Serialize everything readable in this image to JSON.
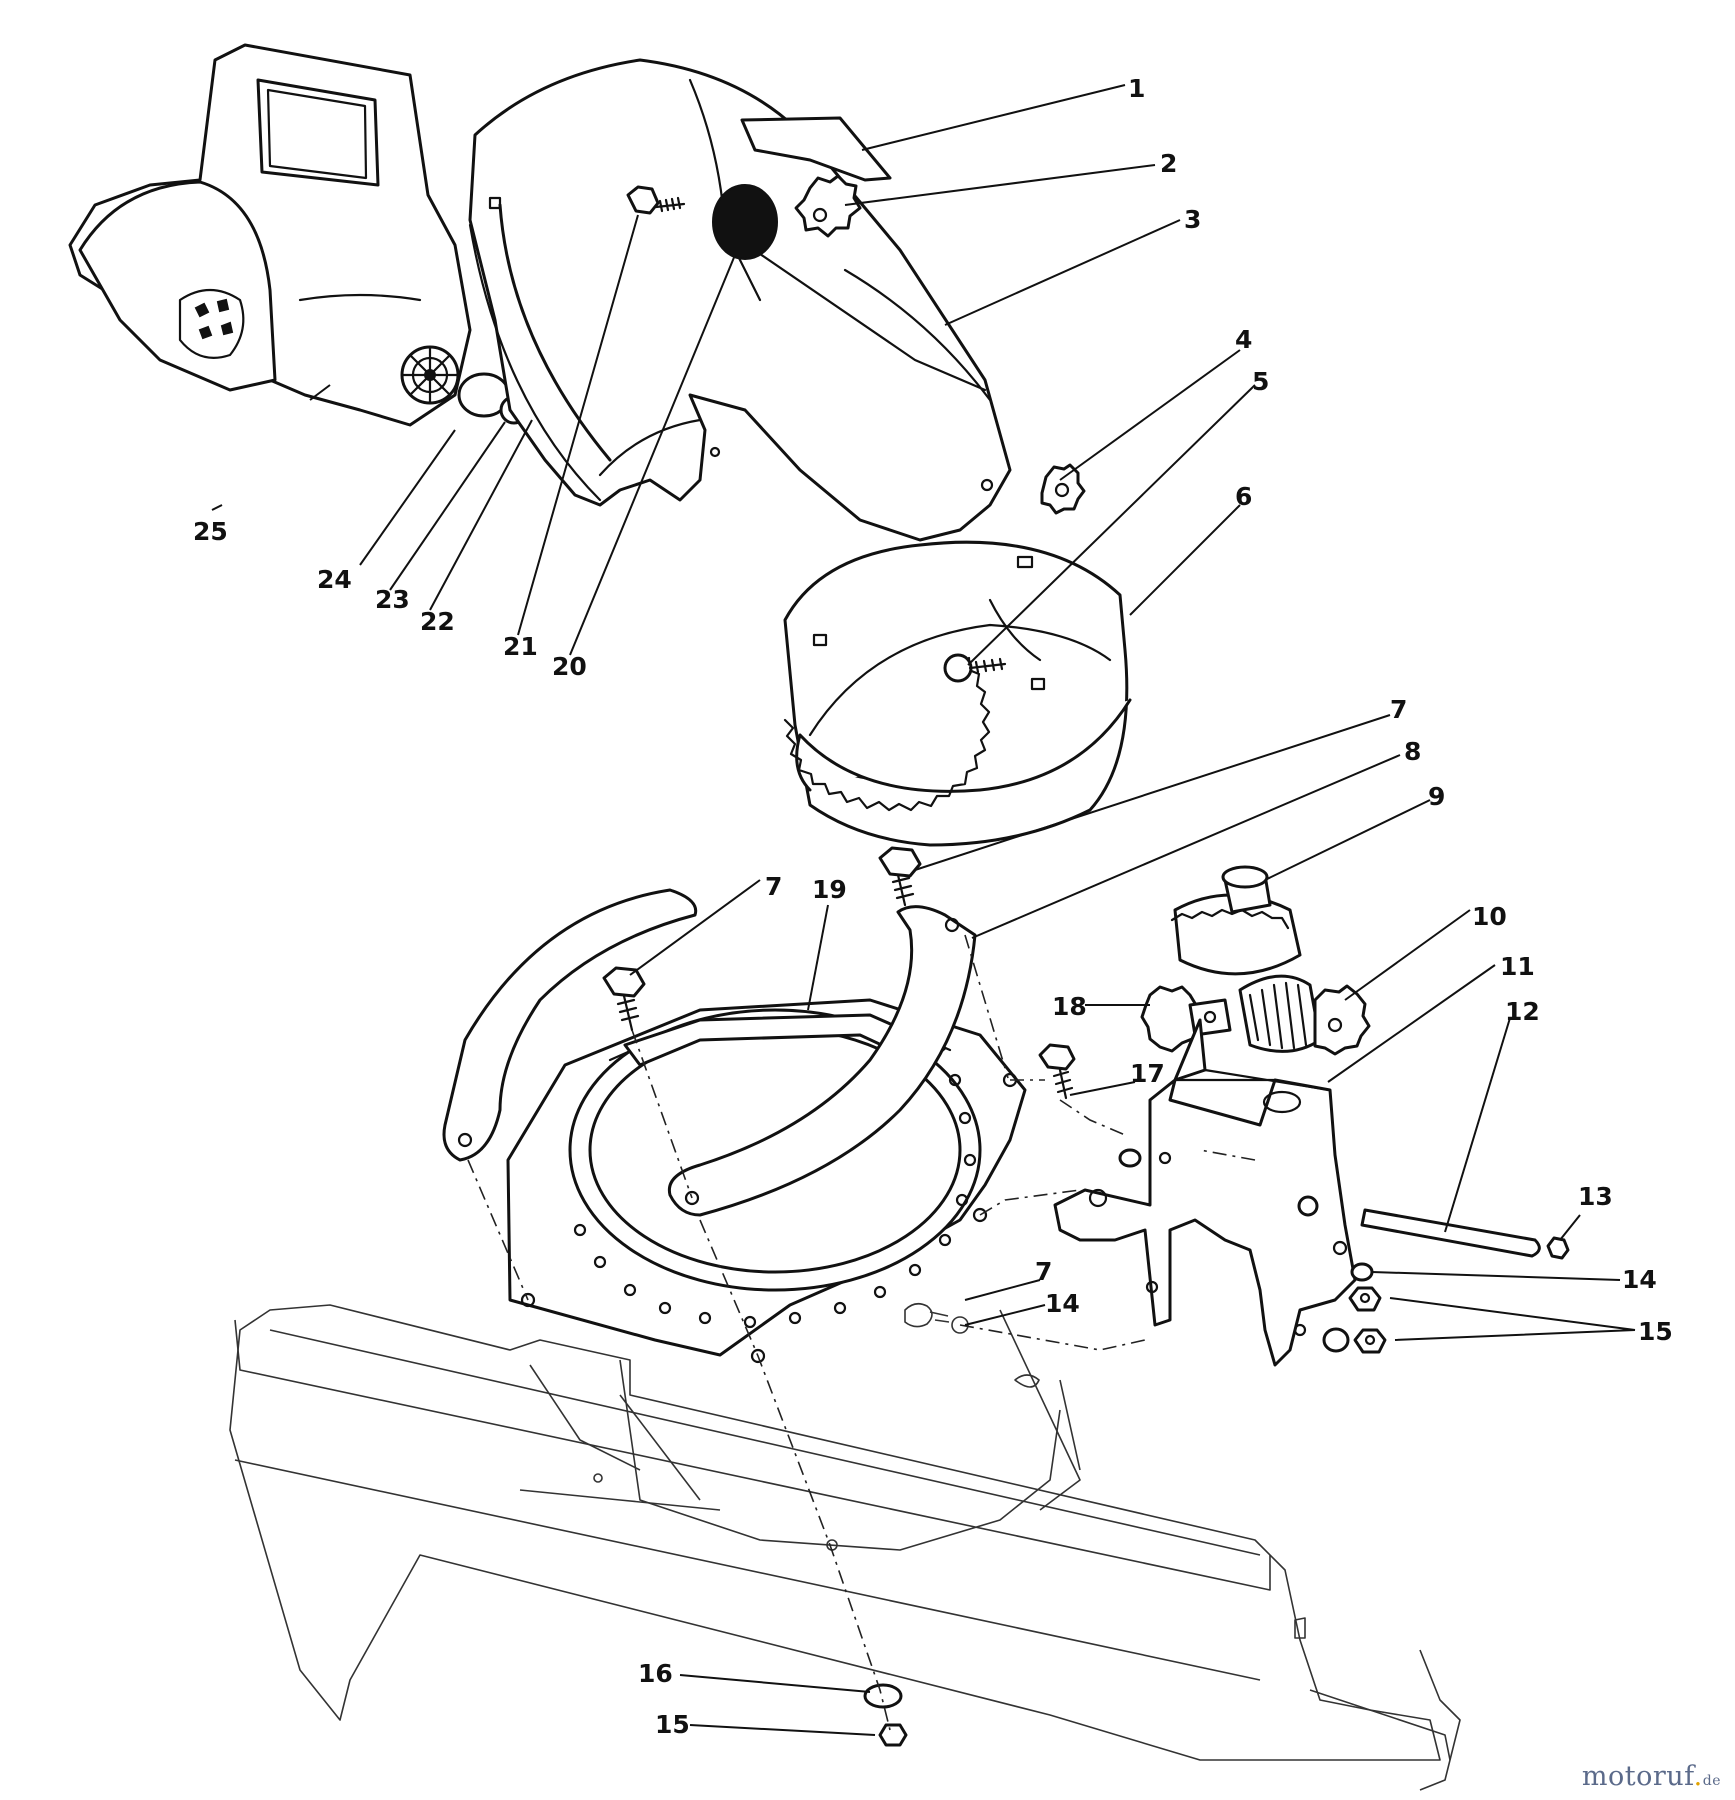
{
  "diagram": {
    "callouts": [
      {
        "id": "c1",
        "label": "1"
      },
      {
        "id": "c2",
        "label": "2"
      },
      {
        "id": "c3",
        "label": "3"
      },
      {
        "id": "c4",
        "label": "4"
      },
      {
        "id": "c5",
        "label": "5"
      },
      {
        "id": "c6",
        "label": "6"
      },
      {
        "id": "c7a",
        "label": "7"
      },
      {
        "id": "c8",
        "label": "8"
      },
      {
        "id": "c9",
        "label": "9"
      },
      {
        "id": "c7b",
        "label": "7"
      },
      {
        "id": "c19",
        "label": "19"
      },
      {
        "id": "c10",
        "label": "10"
      },
      {
        "id": "c11",
        "label": "11"
      },
      {
        "id": "c12",
        "label": "12"
      },
      {
        "id": "c18",
        "label": "18"
      },
      {
        "id": "c17",
        "label": "17"
      },
      {
        "id": "c13",
        "label": "13"
      },
      {
        "id": "c14a",
        "label": "14"
      },
      {
        "id": "c7c",
        "label": "7"
      },
      {
        "id": "c14b",
        "label": "14"
      },
      {
        "id": "c15a",
        "label": "15"
      },
      {
        "id": "c16",
        "label": "16"
      },
      {
        "id": "c15b",
        "label": "15"
      },
      {
        "id": "c25",
        "label": "25"
      },
      {
        "id": "c24",
        "label": "24"
      },
      {
        "id": "c23",
        "label": "23"
      },
      {
        "id": "c22",
        "label": "22"
      },
      {
        "id": "c21",
        "label": "21"
      },
      {
        "id": "c20",
        "label": "20"
      }
    ]
  },
  "watermark": {
    "brand": "motoruf",
    "tld": "de"
  },
  "colors": {
    "line": "#111111",
    "watermark": "#5b6a8a",
    "watermark_accent": "#e0a100"
  }
}
